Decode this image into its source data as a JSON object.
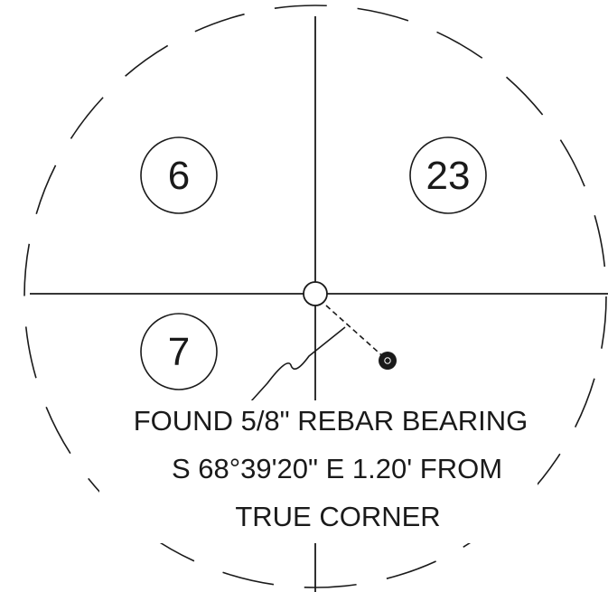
{
  "sections": {
    "northwest": "6",
    "northeast": "23",
    "southwest": "7"
  },
  "note": {
    "line1": "FOUND 5/8\" REBAR BEARING",
    "line2": "S 68°39'20\" E 1.20' FROM",
    "line3": "TRUE CORNER"
  },
  "colors": {
    "ink": "#1a1a1a",
    "paper": "#ffffff"
  }
}
